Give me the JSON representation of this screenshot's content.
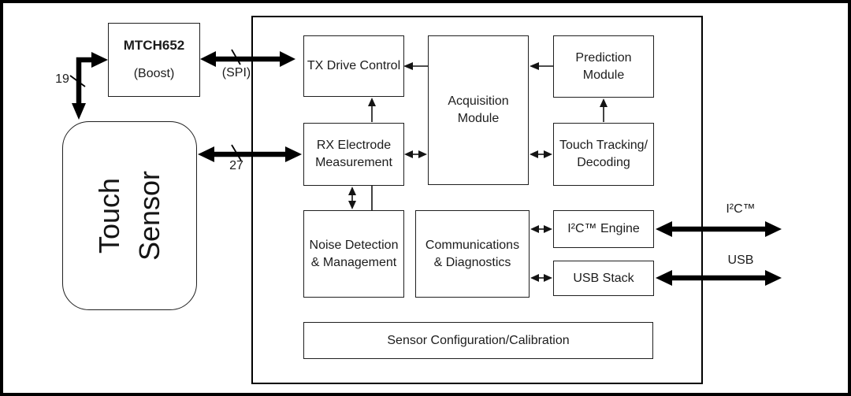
{
  "diagram": {
    "external_blocks": {
      "mtch652": {
        "title": "MTCH652",
        "subtitle": "(Boost)"
      },
      "touch_sensor": {
        "label": "Touch\nSensor"
      }
    },
    "chip_blocks": {
      "tx_drive": {
        "label": "TX Drive Control"
      },
      "acquisition": {
        "label": "Acquisition\nModule"
      },
      "prediction": {
        "label": "Prediction\nModule"
      },
      "rx_electrode": {
        "label": "RX Electrode\nMeasurement"
      },
      "touch_tracking": {
        "label": "Touch Tracking/\nDecoding"
      },
      "noise": {
        "label": "Noise Detection\n& Management"
      },
      "comms": {
        "label": "Communications\n& Diagnostics"
      },
      "i2c_engine": {
        "label": "I²C™  Engine"
      },
      "usb_stack": {
        "label": "USB Stack"
      },
      "sensor_config": {
        "label": "Sensor Configuration/Calibration"
      }
    },
    "bus_labels": {
      "tx_line_count": "19",
      "spi": "(SPI)",
      "rx_line_count": "27",
      "i2c": "I²C™",
      "usb": "USB"
    },
    "colors": {
      "line": "#000000",
      "thin_line": "#141414",
      "box_border": "#1f1f1f",
      "background": "#ffffff",
      "text": "#1c1c1c"
    }
  }
}
